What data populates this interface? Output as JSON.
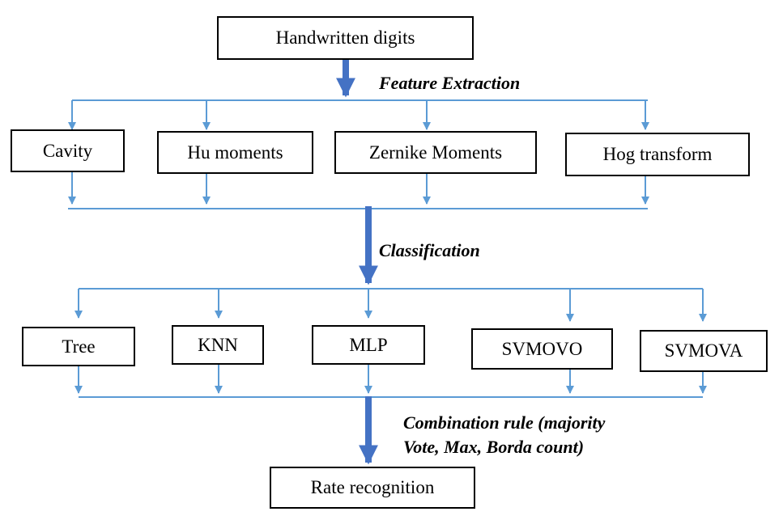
{
  "diagram": {
    "input": "Handwritten digits",
    "stages": {
      "feature_extraction": "Feature Extraction",
      "classification": "Classification",
      "combination_line1": "Combination rule (majority",
      "combination_line2": "Vote, Max, Borda count)"
    },
    "features": [
      "Cavity",
      "Hu moments",
      "Zernike Moments",
      "Hog transform"
    ],
    "classifiers": [
      "Tree",
      "KNN",
      "MLP",
      "SVMOVO",
      "SVMOVA"
    ],
    "output": "Rate recognition"
  },
  "colors": {
    "connector": "#5b9bd5",
    "main_arrow": "#4472c4",
    "box_border": "#000000",
    "text": "#000000"
  }
}
